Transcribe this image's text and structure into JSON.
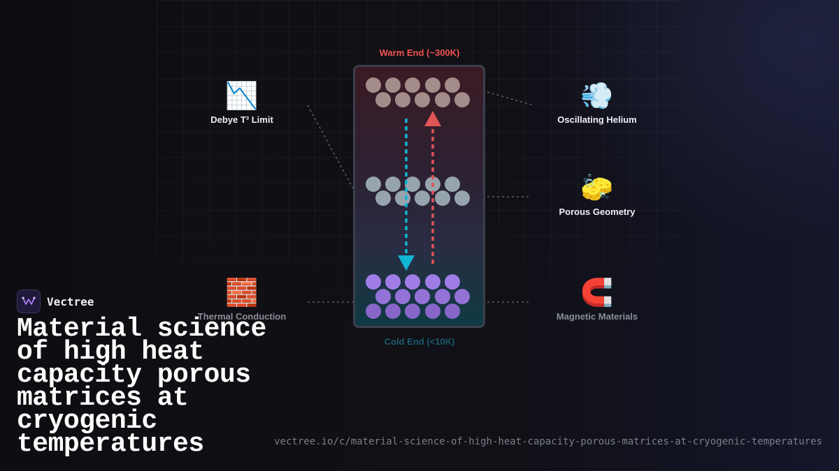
{
  "diagram": {
    "warm_end": "Warm End (~300K)",
    "cold_end": "Cold End (<10K)",
    "nodes": {
      "debye": {
        "label": "Debye T³ Limit",
        "icon": "chart-decreasing-icon",
        "glyph": "📉"
      },
      "helium": {
        "label": "Oscillating Helium",
        "icon": "dash-wind-icon",
        "glyph": "💨"
      },
      "porous": {
        "label": "Porous Geometry",
        "icon": "sponge-icon",
        "glyph": "🧽"
      },
      "thermal": {
        "label": "Thermal Conduction",
        "icon": "brick-icon",
        "glyph": "🧱"
      },
      "magnetic": {
        "label": "Magnetic Materials",
        "icon": "magnet-icon",
        "glyph": "🧲"
      }
    },
    "colors": {
      "warm_arrow": "#e05555",
      "cold_arrow": "#10b5d4",
      "warm_particles": "#a48c8a",
      "mid_particles": "#96a4ae",
      "cold_particles_top": "#a07de6",
      "cold_particles_bottom": "#8866c8"
    }
  },
  "brand": {
    "name": "Vectree",
    "icon": "vectree-logo-icon"
  },
  "title": "Material science of high heat capacity porous matrices at cryogenic temperatures",
  "url": "vectree.io/c/material-science-of-high-heat-capacity-porous-matrices-at-cryogenic-temperatures"
}
